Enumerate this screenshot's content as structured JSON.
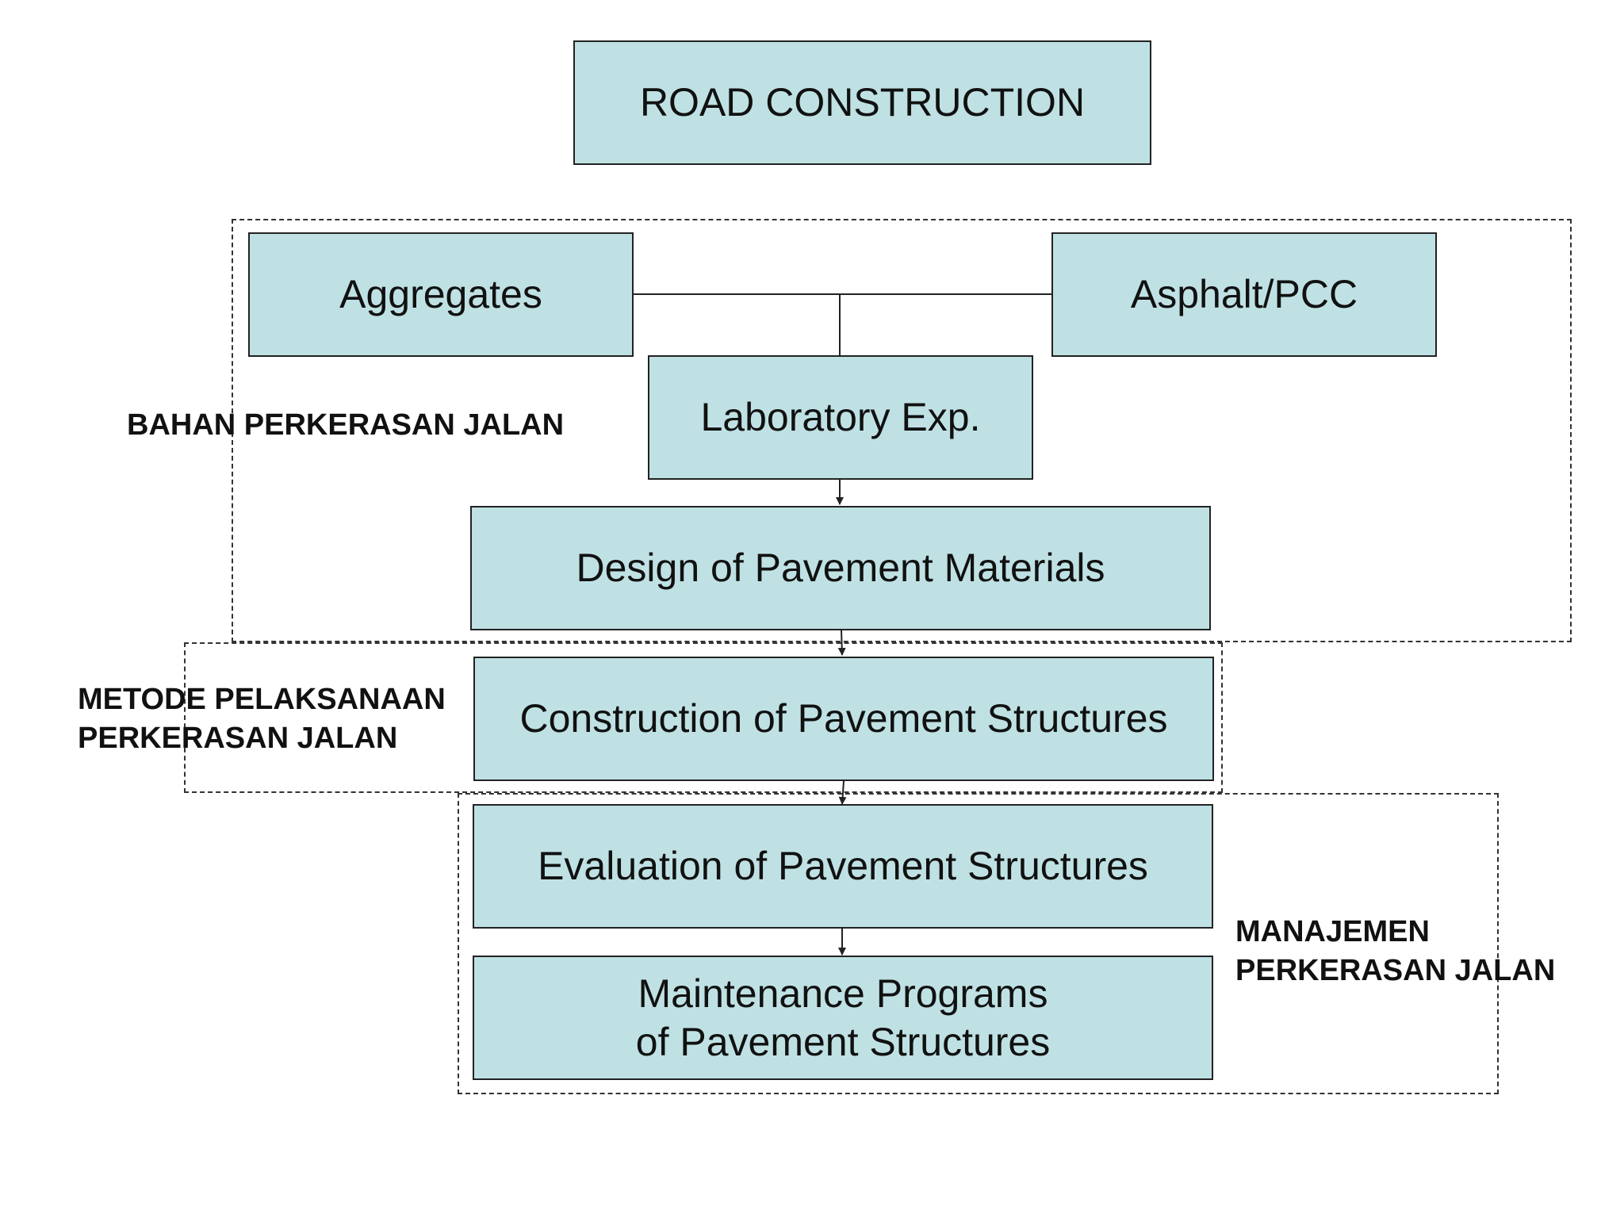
{
  "nodes": {
    "road_construction": "ROAD CONSTRUCTION",
    "aggregates": "Aggregates",
    "asphalt_pcc": "Asphalt/PCC",
    "laboratory_exp": "Laboratory Exp.",
    "design_materials": "Design of Pavement Materials",
    "construction_structures": "Construction of Pavement Structures",
    "evaluation_structures": "Evaluation of Pavement Structures",
    "maintenance_line1": "Maintenance Programs",
    "maintenance_line2": "of Pavement Structures"
  },
  "groups": {
    "bahan": "BAHAN PERKERASAN JALAN",
    "metode_line1": "METODE PELAKSANAAN",
    "metode_line2": "PERKERASAN JALAN",
    "manajemen_line1": "MANAJEMEN",
    "manajemen_line2": "PERKERASAN JALAN"
  },
  "colors": {
    "box_fill": "#bfe1e4",
    "box_border": "#222222",
    "line": "#222222"
  }
}
